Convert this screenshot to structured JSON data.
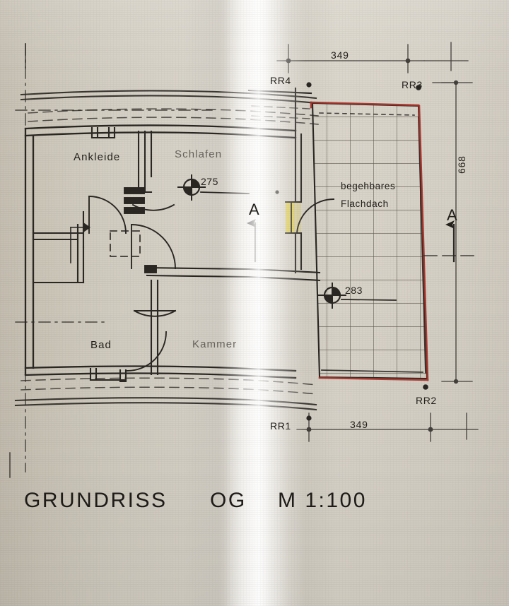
{
  "document": {
    "kind": "architectural-floor-plan-photo",
    "title": "GRUNDRISS",
    "floor": "OG",
    "scale": "M 1:100",
    "paper_color": "#d6d1c6",
    "ink_color": "#23201c",
    "accent_red": "#a8332b",
    "accent_yellow": "#e8d44a"
  },
  "rooms": [
    {
      "name": "ankleide",
      "label": "Ankleide"
    },
    {
      "name": "schlafen",
      "label": "Schlafen"
    },
    {
      "name": "bad",
      "label": "Bad"
    },
    {
      "name": "kammer",
      "label": "Kammer"
    }
  ],
  "roof_terrace": {
    "label_line1": "begehbares",
    "label_line2": "Flachdach"
  },
  "elevation_markers": [
    {
      "name": "elevation-schlafen",
      "value": "275",
      "prefix": "•"
    },
    {
      "name": "elevation-flachdach",
      "value": "283",
      "prefix": "•"
    }
  ],
  "dimensions": {
    "top": {
      "value": "349"
    },
    "bottom": {
      "value": "349"
    },
    "right": {
      "value": "668"
    }
  },
  "reference_points": [
    {
      "name": "rr4",
      "label": "RR4"
    },
    {
      "name": "rr3",
      "label": "RR3"
    },
    {
      "name": "rr1",
      "label": "RR1"
    },
    {
      "name": "rr2",
      "label": "RR2"
    }
  ],
  "section_markers": [
    {
      "name": "section-a-left",
      "label": "A"
    },
    {
      "name": "section-a-right",
      "label": "A"
    }
  ]
}
